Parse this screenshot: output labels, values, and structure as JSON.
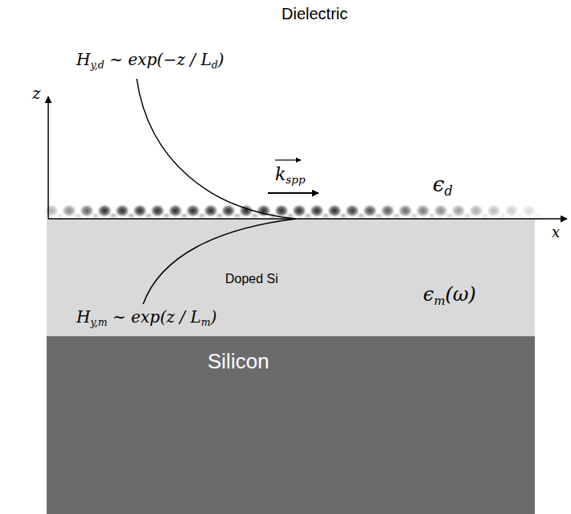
{
  "diagram": {
    "nodes": [
      {
        "text": [
          "Doped Si"
        ]
      },
      {
        "text": [
          "Silicon"
        ]
      }
    ],
    "labels": [
      "Dielectric",
      "H",
      "y,d",
      " ∼ exp(−z / L",
      "d",
      ")",
      "z",
      "k",
      "spp",
      "ϵ",
      "d",
      "x",
      "ϵ",
      "m",
      "(ω)",
      "H",
      "y,m",
      " ∼ exp(z / L",
      "m",
      ")"
    ]
  }
}
